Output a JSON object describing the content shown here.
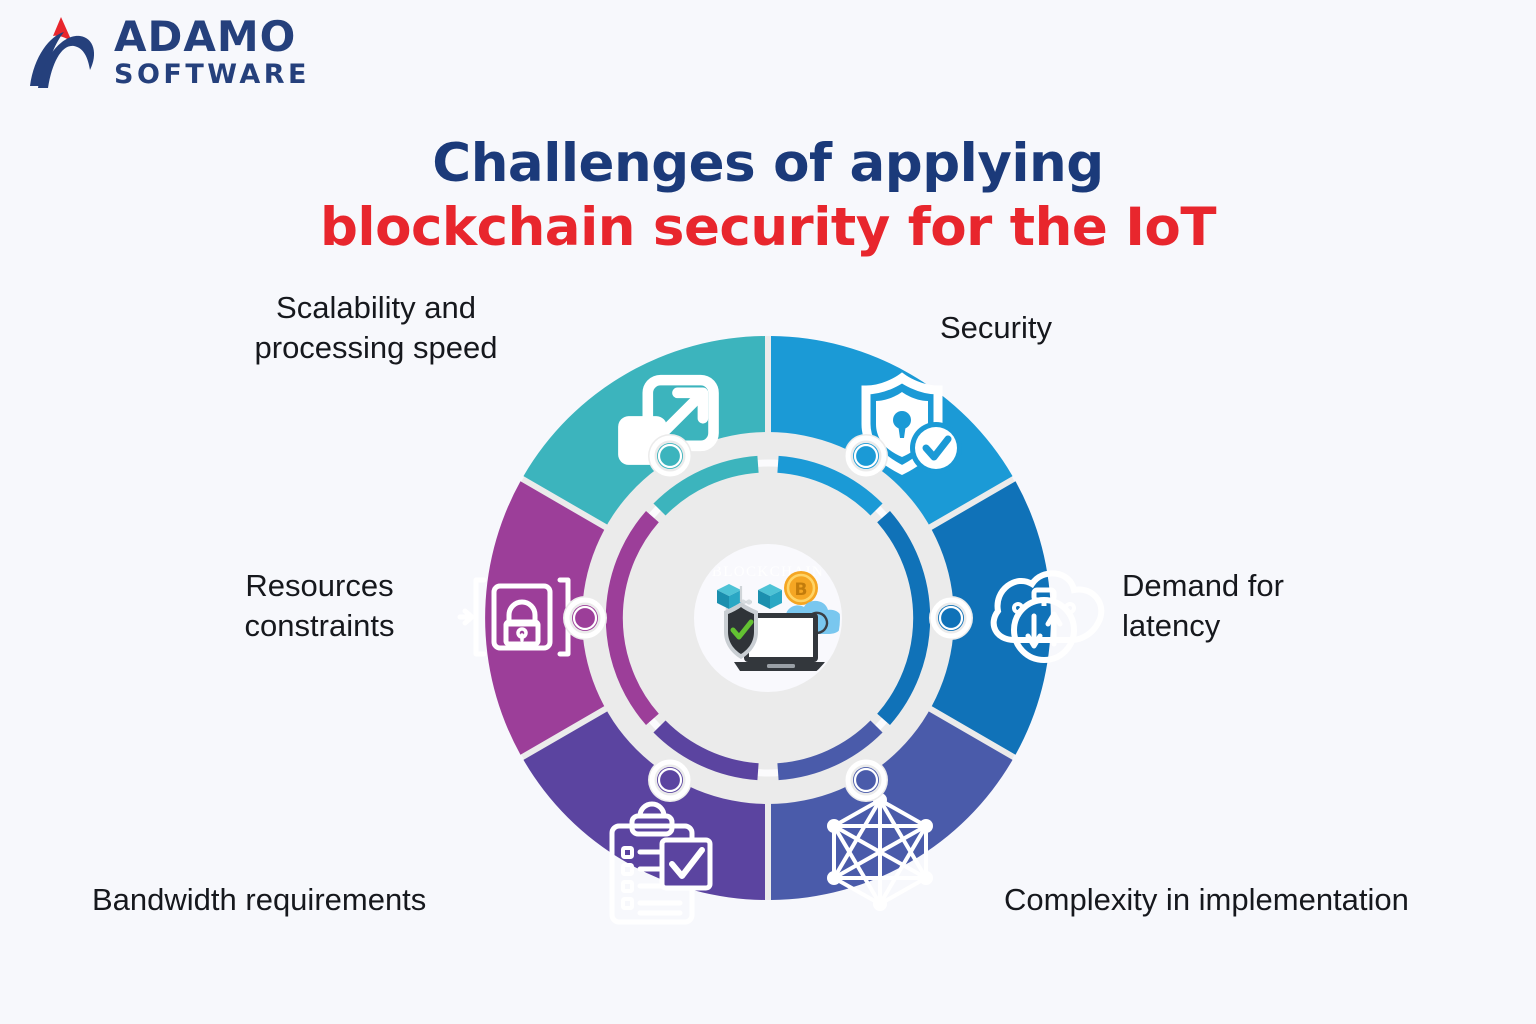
{
  "brand": {
    "name_line1": "ADAMO",
    "name_line2": "SOFTWARE",
    "logo_icon": "adamo-swoosh-logo",
    "navy": "#25407c",
    "red": "#e8262d"
  },
  "title": {
    "line1": "Challenges of applying",
    "line2": "blockchain security for the IoT",
    "line1_color": "#1b3a7a",
    "line2_color": "#e8262d"
  },
  "center": {
    "watermark": "BLOCKCHAIN",
    "icon": "blockchain-laptop-shield-cloud-bitcoin",
    "coin_symbol": "B"
  },
  "diagram": {
    "type": "segmented-donut",
    "segment_count": 6,
    "ring_background": "#ebebeb",
    "page_background": "#f7f8fc",
    "segments": [
      {
        "id": "scalability",
        "label": "Scalability and\nprocessing speed",
        "color": "#3cb4bd",
        "icon": "expand-scale-icon",
        "position": "top-left"
      },
      {
        "id": "security",
        "label": "Security",
        "color": "#1b9ad6",
        "icon": "shield-lock-check-icon",
        "position": "top-right"
      },
      {
        "id": "latency",
        "label": "Demand for\nlatency",
        "color": "#1072b8",
        "icon": "cloud-stopwatch-icon",
        "position": "right"
      },
      {
        "id": "complexity",
        "label": "Complexity in implementation",
        "color": "#4a5baa",
        "icon": "network-mesh-icon",
        "position": "bottom-right"
      },
      {
        "id": "bandwidth",
        "label": "Bandwidth requirements",
        "color": "#5b44a0",
        "icon": "clipboard-checklist-icon",
        "position": "bottom-left"
      },
      {
        "id": "resources",
        "label": "Resources\nconstraints",
        "color": "#9c3e99",
        "icon": "lock-constraint-icon",
        "position": "left"
      }
    ]
  },
  "chart_data": {
    "type": "pie",
    "title": "Challenges of applying blockchain security for the IoT",
    "categories": [
      "Scalability and processing speed",
      "Security",
      "Demand for latency",
      "Complexity in implementation",
      "Bandwidth requirements",
      "Resources constraints"
    ],
    "values": [
      1,
      1,
      1,
      1,
      1,
      1
    ],
    "colors": [
      "#3cb4bd",
      "#1b9ad6",
      "#1072b8",
      "#4a5baa",
      "#5b44a0",
      "#9c3e99"
    ],
    "legend_position": "around-chart",
    "grid": false
  }
}
